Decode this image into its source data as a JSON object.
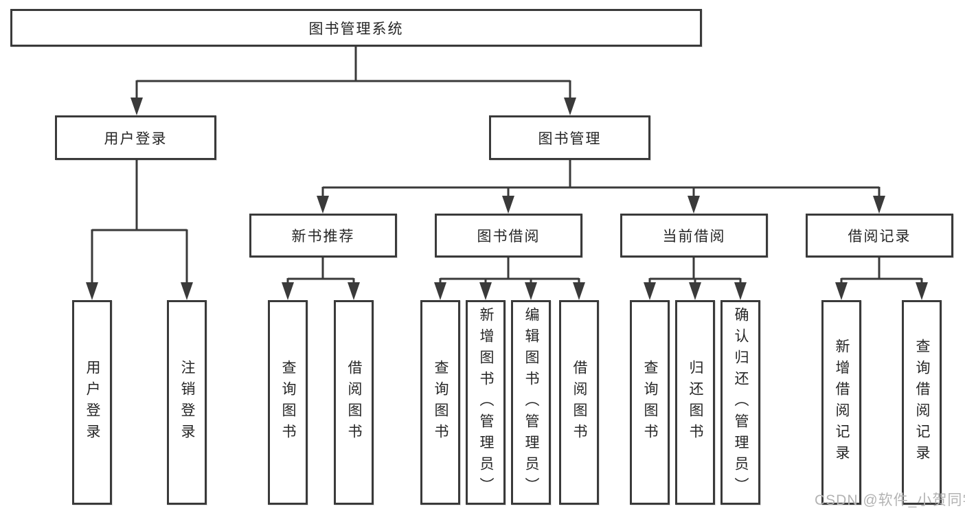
{
  "diagram": {
    "title": "图书管理系统",
    "root": {
      "label": "图书管理系统"
    },
    "branches": [
      {
        "label": "用户登录",
        "children": [
          {
            "label": "用户登录"
          },
          {
            "label": "注销登录"
          }
        ]
      },
      {
        "label": "图书管理",
        "children": [
          {
            "label": "新书推荐",
            "children": [
              {
                "label": "查询图书"
              },
              {
                "label": "借阅图书"
              }
            ]
          },
          {
            "label": "图书借阅",
            "children": [
              {
                "label": "查询图书"
              },
              {
                "label": "新增图书（管理员）"
              },
              {
                "label": "编辑图书（管理员）"
              },
              {
                "label": "借阅图书"
              }
            ]
          },
          {
            "label": "当前借阅",
            "children": [
              {
                "label": "查询图书"
              },
              {
                "label": "归还图书"
              },
              {
                "label": "确认归还（管理员）"
              }
            ]
          },
          {
            "label": "借阅记录",
            "children": [
              {
                "label": "新增借阅记录"
              },
              {
                "label": "查询借阅记录"
              }
            ]
          }
        ]
      }
    ],
    "line_color": "#3a3a3a",
    "box_background": "#ffffff"
  },
  "watermark": "CSDN @软件_小贺同学"
}
